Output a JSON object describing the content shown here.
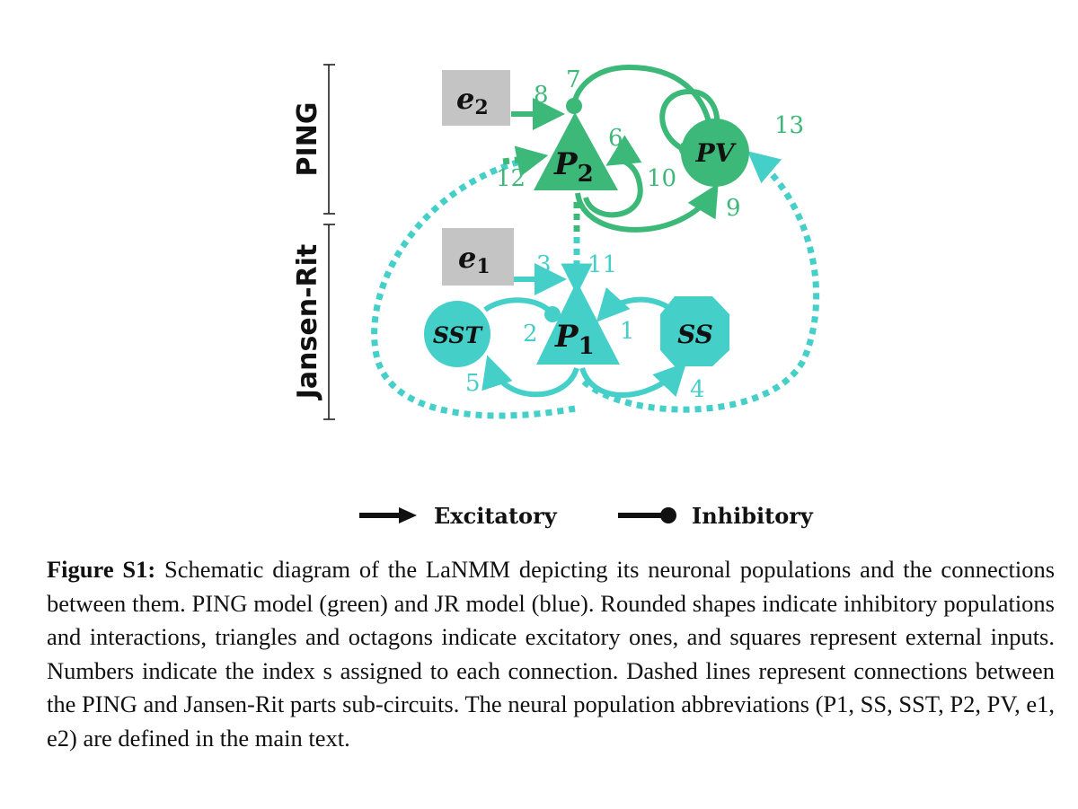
{
  "colors": {
    "ping_green": "#3cb878",
    "jr_cyan": "#45cfc9",
    "input_gray": "#c4c4c4",
    "text_dark": "#111111"
  },
  "side_labels": {
    "ping": "PING",
    "jansen_rit": "Jansen-Rit"
  },
  "nodes": {
    "e2": {
      "base": "e",
      "sub": "2",
      "shape": "square",
      "type": "external input"
    },
    "p2": {
      "base": "P",
      "sub": "2",
      "shape": "triangle",
      "type": "excitatory"
    },
    "pv": {
      "label": "PV",
      "shape": "circle",
      "type": "inhibitory"
    },
    "e1": {
      "base": "e",
      "sub": "1",
      "shape": "square",
      "type": "external input"
    },
    "p1": {
      "base": "P",
      "sub": "1",
      "shape": "triangle",
      "type": "excitatory"
    },
    "sst": {
      "label": "SST",
      "shape": "circle",
      "type": "inhibitory"
    },
    "ss": {
      "label": "SS",
      "shape": "octagon",
      "type": "excitatory"
    }
  },
  "connections": [
    {
      "index": "1",
      "from": "SS",
      "to": "P1",
      "kind": "excitatory",
      "style": "solid"
    },
    {
      "index": "2",
      "from": "SST",
      "to": "P1",
      "kind": "inhibitory",
      "style": "solid"
    },
    {
      "index": "3",
      "from": "e1",
      "to": "P1",
      "kind": "excitatory",
      "style": "solid"
    },
    {
      "index": "4",
      "from": "P1",
      "to": "SS",
      "kind": "excitatory",
      "style": "solid"
    },
    {
      "index": "5",
      "from": "P1",
      "to": "SST",
      "kind": "excitatory",
      "style": "solid"
    },
    {
      "index": "6",
      "from": "P2",
      "to": "P2",
      "kind": "excitatory",
      "style": "solid"
    },
    {
      "index": "7",
      "from": "PV",
      "to": "P2",
      "kind": "inhibitory",
      "style": "solid"
    },
    {
      "index": "8",
      "from": "e2",
      "to": "P2",
      "kind": "excitatory",
      "style": "solid"
    },
    {
      "index": "9",
      "from": "P2",
      "to": "PV",
      "kind": "excitatory",
      "style": "solid"
    },
    {
      "index": "10",
      "from": "PV",
      "to": "PV",
      "kind": "inhibitory",
      "style": "solid"
    },
    {
      "index": "11",
      "from": "P2",
      "to": "P1",
      "kind": "excitatory",
      "style": "dashed"
    },
    {
      "index": "12",
      "from": "P1",
      "to": "P2",
      "kind": "excitatory",
      "style": "dashed"
    },
    {
      "index": "13",
      "from": "P1",
      "to": "PV",
      "kind": "excitatory",
      "style": "dashed"
    }
  ],
  "legend": {
    "excitatory": "Excitatory",
    "inhibitory": "Inhibitory"
  },
  "caption": {
    "label": "Figure S1:",
    "text": " Schematic diagram of the LaNMM depicting its neuronal populations and the connections between them.  PING model (green) and JR model (blue). Rounded shapes indicate inhibitory populations and interactions, triangles and octagons indicate excitatory ones, and squares represent external inputs.  Numbers indicate the index s assigned to each connection.  Dashed lines represent connections between the PING and Jansen-Rit parts sub-circuits.  The neural population abbreviations (P1, SS, SST, P2, PV, e1, e2) are defined in the main text."
  }
}
